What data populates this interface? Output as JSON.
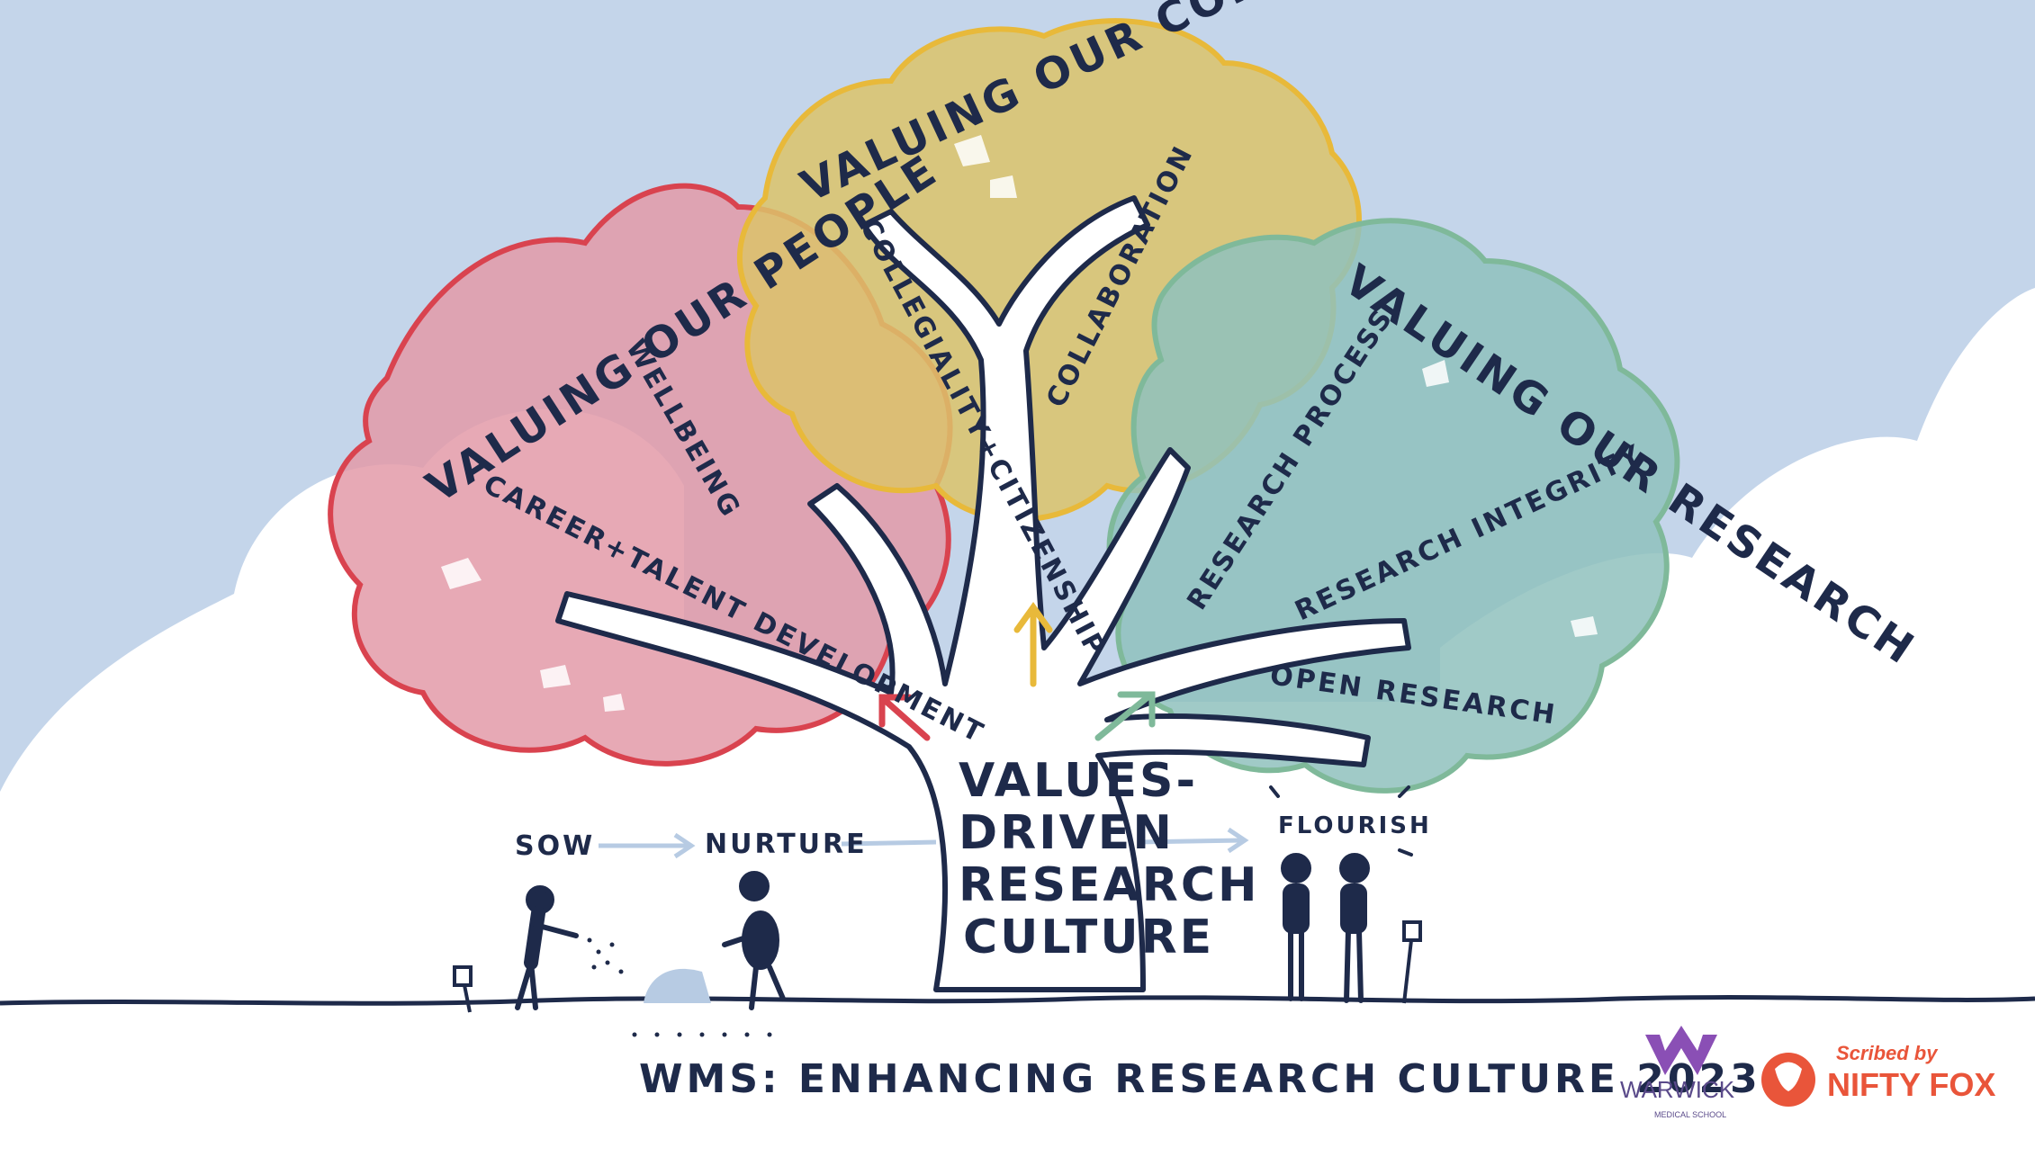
{
  "canopies": {
    "people": {
      "title": "VALUING OUR PEOPLE",
      "color": "#d9434f",
      "fill": "#e39aa8"
    },
    "community": {
      "title": "VALUING OUR COMMUNITY",
      "color": "#e8b93a",
      "fill": "#dcc36a"
    },
    "research": {
      "title": "VALUING OUR RESEARCH",
      "color": "#7fb99a",
      "fill": "#8fc1bd"
    }
  },
  "branches": {
    "wellbeing": "WELLBEING",
    "career": "CAREER+TALENT DEVELOPMENT",
    "collegiality": "COLLEGIALITY+CITIZENSHIP",
    "collaboration": "COLLABORATION",
    "research_process": "RESEARCH PROCESS",
    "research_integrity": "RESEARCH INTEGRITY",
    "open_research": "OPEN RESEARCH"
  },
  "trunk": {
    "line1": "VALUES-",
    "line2": "DRIVEN",
    "line3": "RESEARCH",
    "line4": "CULTURE"
  },
  "process": {
    "sow": "SOW",
    "nurture": "NURTURE",
    "flourish": "FLOURISH"
  },
  "footer": {
    "title": "WMS: ENHANCING RESEARCH CULTURE 2023"
  },
  "logos": {
    "warwick": "WARWICK",
    "warwick_sub": "MEDICAL SCHOOL",
    "scribed_by": "Scribed by",
    "nifty_fox": "NIFTY FOX"
  },
  "colors": {
    "sky": "#c4d5ea",
    "ink": "#1e2a4a",
    "arrow_light": "#b7cbe3"
  }
}
